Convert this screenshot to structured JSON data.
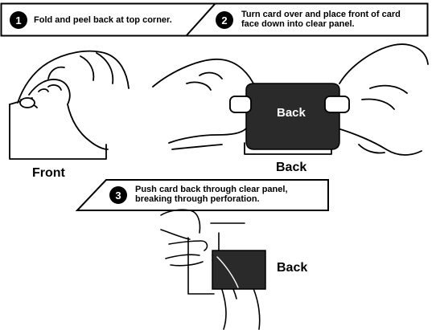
{
  "steps": [
    {
      "number": "1",
      "text": "Fold and peel back at top corner."
    },
    {
      "number": "2",
      "line1": "Turn card over and place front of card",
      "line2": "face down into clear panel."
    },
    {
      "number": "3",
      "line1": "Push card back through clear panel,",
      "line2": "breaking through perforation."
    }
  ],
  "labels": {
    "front": "Front",
    "back_card": "Back",
    "back_below": "Back",
    "back_step3": "Back"
  }
}
